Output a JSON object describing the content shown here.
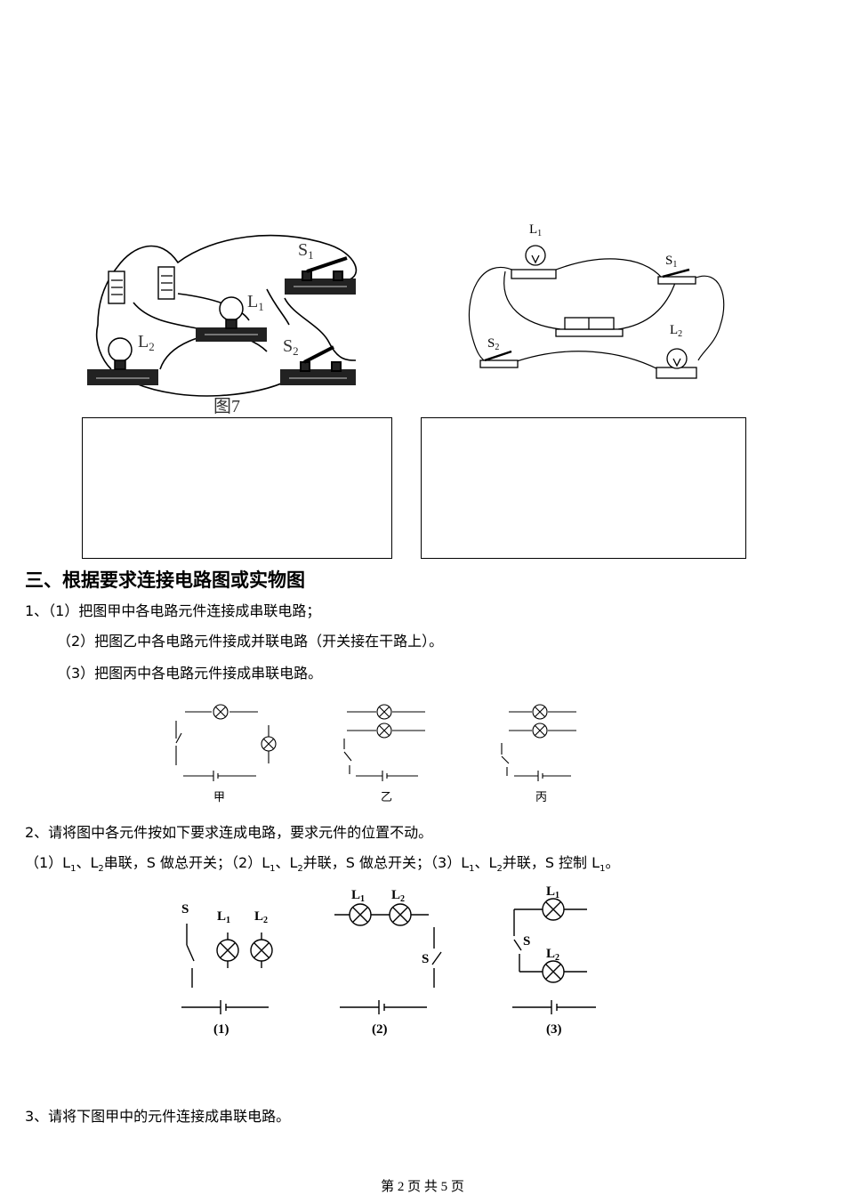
{
  "top_figures": {
    "left_caption": "图7",
    "left_labels": {
      "s1": "S",
      "s1_sub": "1",
      "l1": "L",
      "l1_sub": "1",
      "s2": "S",
      "s2_sub": "2",
      "l2": "L",
      "l2_sub": "2"
    },
    "right_labels": {
      "l1": "L",
      "l1_sub": "1",
      "s1": "S",
      "s1_sub": "1",
      "s2": "S",
      "s2_sub": "2",
      "l2": "L",
      "l2_sub": "2"
    }
  },
  "section3": {
    "title": "三、根据要求连接电路图或实物图",
    "q1": {
      "line1": "1、（1）把图甲中各电路元件连接成串联电路；",
      "line2": "（2）把图乙中各电路元件接成并联电路（开关接在干路上）。",
      "line3": "（3）把图丙中各电路元件接成串联电路。",
      "captions": [
        "甲",
        "乙",
        "丙"
      ]
    },
    "q2": {
      "line1": "2、请将图中各元件按如下要求连成电路，要求元件的位置不动。",
      "line2_parts": [
        "（1）L",
        "1",
        "、L",
        "2",
        "串联，S 做总开关；（2）L",
        "1",
        "、L",
        "2",
        "并联，S 做总开关；（3）L",
        "1",
        "、L",
        "2",
        "并联，S 控制 L",
        "1",
        "。"
      ],
      "fig_labels": {
        "s": "S",
        "l": "L",
        "sub1": "1",
        "sub2": "2"
      },
      "captions": [
        "(1)",
        "(2)",
        "(3)"
      ]
    },
    "q3": {
      "line1": "3、请将下图甲中的元件连接成串联电路。"
    }
  },
  "footer": {
    "text": "第 2 页 共 5 页"
  }
}
